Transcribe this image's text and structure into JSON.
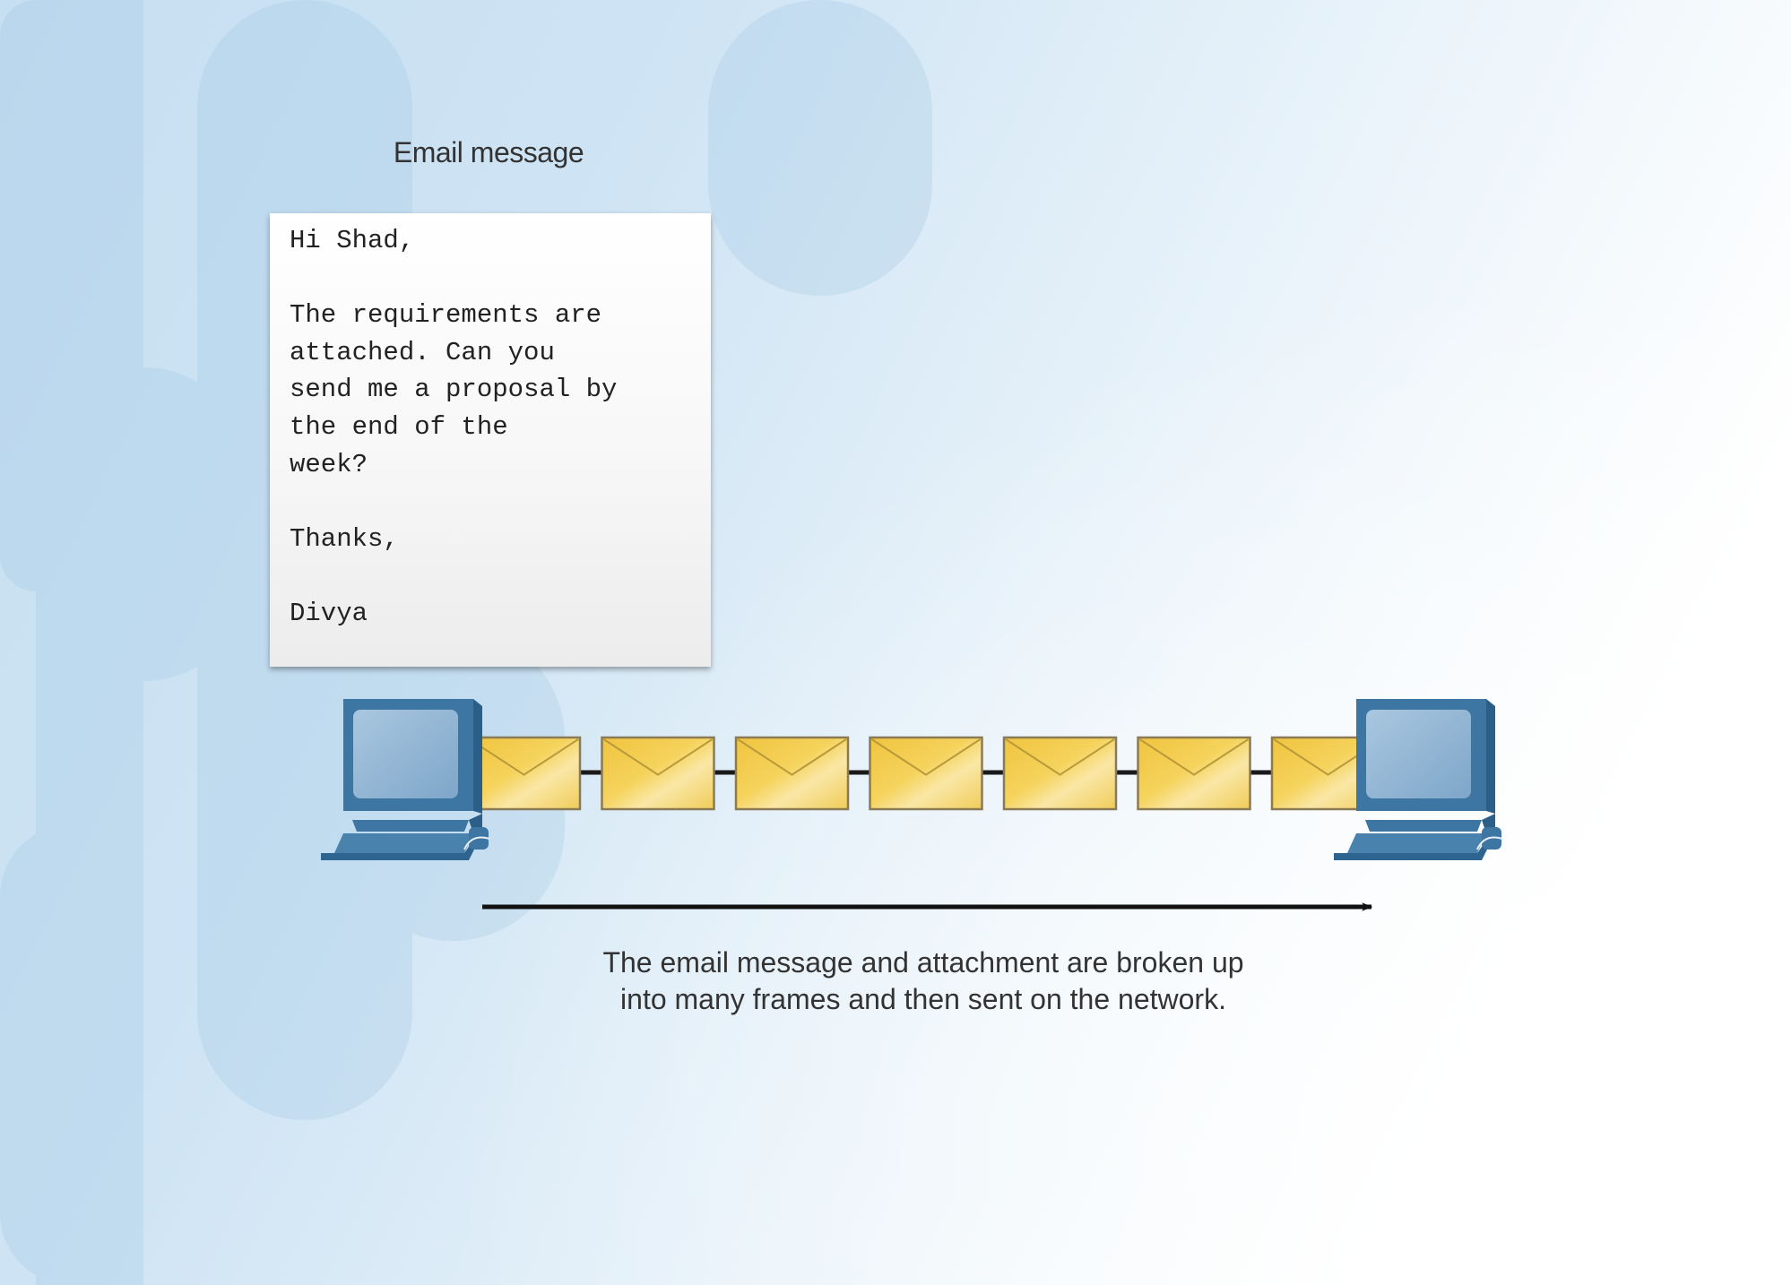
{
  "title": "Email message",
  "email": {
    "lines": [
      "Hi Shad,",
      "",
      "The requirements are",
      "attached. Can you",
      "send me a proposal by",
      "the end of the",
      "week?",
      "",
      "Thanks,",
      "",
      "Divya"
    ]
  },
  "caption": {
    "line1": "The email message and attachment are broken up",
    "line2": "into many frames and then sent on the network."
  },
  "frames": {
    "count": 7,
    "icon": "envelope-icon"
  },
  "devices": {
    "sender_icon": "computer-icon",
    "receiver_icon": "computer-icon"
  },
  "colors": {
    "envelope_fill": "#f2c94c",
    "computer_body": "#3f78a6",
    "computer_screen": "#8fb4d4",
    "arrow": "#111111"
  }
}
